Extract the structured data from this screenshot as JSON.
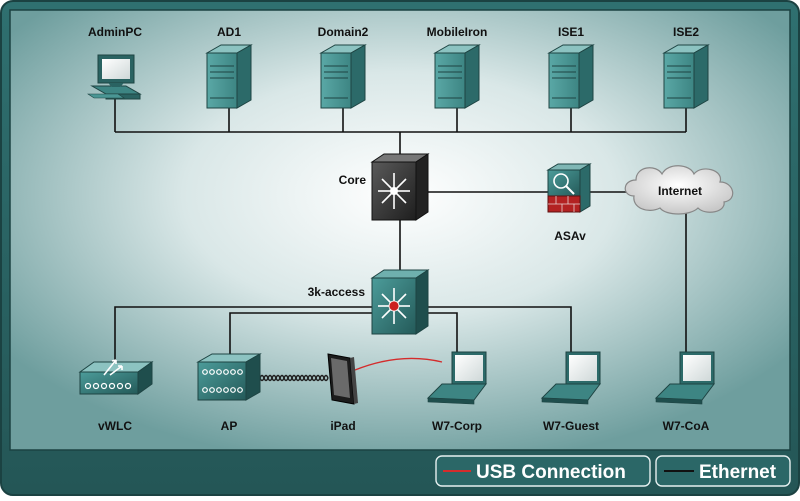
{
  "topology": {
    "servers": [
      "AdminPC",
      "AD1",
      "Domain2",
      "MobileIron",
      "ISE1",
      "ISE2"
    ],
    "core": "Core",
    "firewall": "ASAv",
    "cloud": "Internet",
    "access_switch": "3k-access",
    "edge_devices": [
      "vWLC",
      "AP",
      "iPad",
      "W7-Corp",
      "W7-Guest",
      "W7-CoA"
    ]
  },
  "legend": {
    "usb": "USB Connection",
    "ethernet": "Ethernet"
  },
  "colors": {
    "frame": "#2e6d6d",
    "server_body": "#4a9694",
    "usb_line": "#d42c2c",
    "ethernet_line": "#111111"
  }
}
